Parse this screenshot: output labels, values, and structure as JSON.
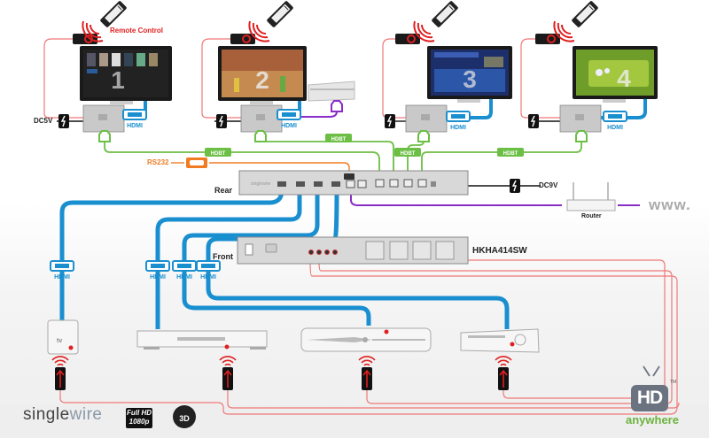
{
  "title": "HKHA414SW singlewire HDBaseT matrix connection diagram",
  "labels": {
    "remote_control": "Remote Control",
    "dc5v": "DC5V",
    "dc9v": "DC9V",
    "rs232": "RS232",
    "rear": "Rear",
    "front": "Front",
    "model": "HKHA414SW",
    "router": "Router",
    "www": "www.",
    "hdmi": "HDMI",
    "hdbaset": "HDBT"
  },
  "displays": [
    {
      "id": "tv-1",
      "number": "1",
      "screen": "Apple TV menu"
    },
    {
      "id": "tv-2",
      "number": "2",
      "screen": "Toy Story movie"
    },
    {
      "id": "tv-3",
      "number": "3",
      "screen": "TV guide"
    },
    {
      "id": "tv-4",
      "number": "4",
      "screen": "Media center (green)"
    }
  ],
  "sources": [
    {
      "id": "apple-tv",
      "name": "Apple TV",
      "text": "tv"
    },
    {
      "id": "bluray-player",
      "name": "Blu-ray player"
    },
    {
      "id": "sky-box",
      "name": "Satellite receiver"
    },
    {
      "id": "xbox-360",
      "name": "Xbox 360"
    }
  ],
  "cable_colors": {
    "hdmi": "#1a8fd0",
    "hdbaset": "#6cbf45",
    "ir": "#e8474c",
    "rs232": "#f07b22",
    "ethernet": "#8a2cc8",
    "power": "#111111"
  },
  "footer": {
    "brand_1": "single",
    "brand_2": "wire",
    "fullhd_1": "Full HD",
    "fullhd_2": "1080p",
    "badge_3d": "3D",
    "hd_logo": "HD",
    "hd_sub": "anywhere",
    "tm": "TM"
  }
}
